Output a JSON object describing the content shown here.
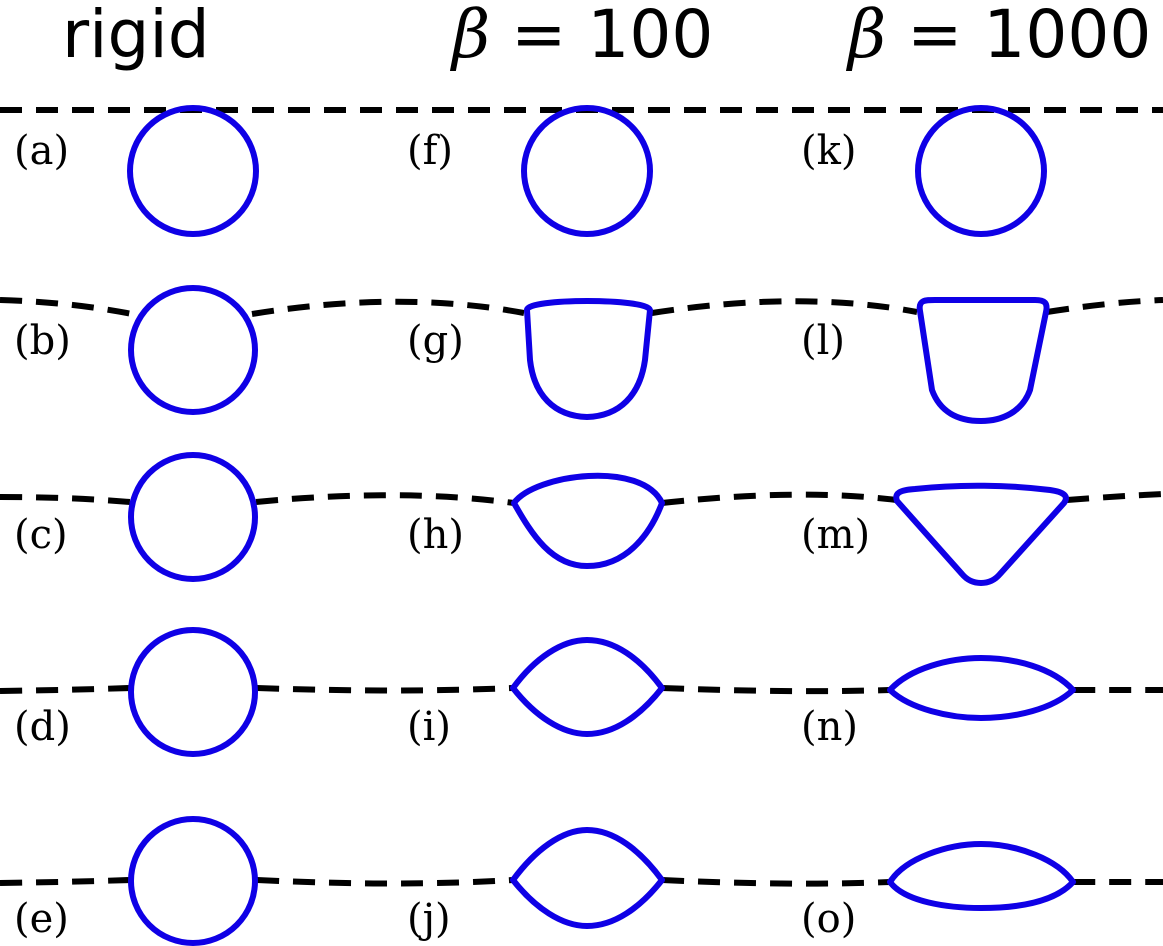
{
  "columns": [
    {
      "title_text": "rigid",
      "title_symbol": "",
      "title_value": ""
    },
    {
      "title_text": "",
      "title_symbol": "β",
      "title_value": " = 100"
    },
    {
      "title_text": "",
      "title_symbol": "β",
      "title_value": " = 1000"
    }
  ],
  "panels": [
    {
      "label": "(a)",
      "shape": "circle"
    },
    {
      "label": "(b)",
      "shape": "circle"
    },
    {
      "label": "(c)",
      "shape": "circle"
    },
    {
      "label": "(d)",
      "shape": "circle"
    },
    {
      "label": "(e)",
      "shape": "circle"
    },
    {
      "label": "(f)",
      "shape": "circle"
    },
    {
      "label": "(g)",
      "shape": "cup"
    },
    {
      "label": "(h)",
      "shape": "lens-down"
    },
    {
      "label": "(i)",
      "shape": "lens"
    },
    {
      "label": "(j)",
      "shape": "lens"
    },
    {
      "label": "(k)",
      "shape": "circle"
    },
    {
      "label": "(l)",
      "shape": "trapezoid"
    },
    {
      "label": "(m)",
      "shape": "triangle"
    },
    {
      "label": "(n)",
      "shape": "flat-lens"
    },
    {
      "label": "(o)",
      "shape": "flat-lens-up"
    }
  ],
  "colors": {
    "shape_stroke": "#0f00e6",
    "interface_stroke": "#000000"
  }
}
